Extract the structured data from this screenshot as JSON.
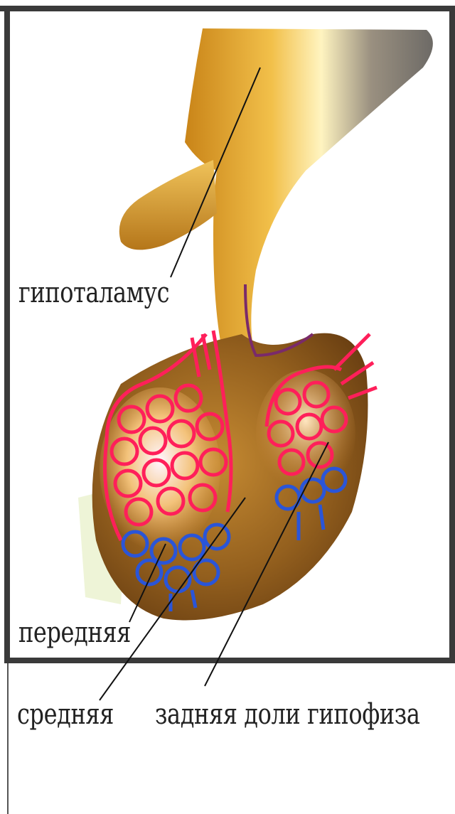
{
  "labels": {
    "hypothalamus": "гипоталамус",
    "anterior": "передняя",
    "middle": "средняя",
    "posterior": "задняя доли гипофиза"
  },
  "colors": {
    "stalk_gold": "#d99a2a",
    "stalk_highlight": "#fff7c8",
    "stalk_grey": "#7f7a72",
    "gland_brown": "#8a5a1e",
    "vessel_red": "#ff1f5a",
    "vessel_blue": "#2a55d8",
    "frame": "#3a3a3a"
  }
}
